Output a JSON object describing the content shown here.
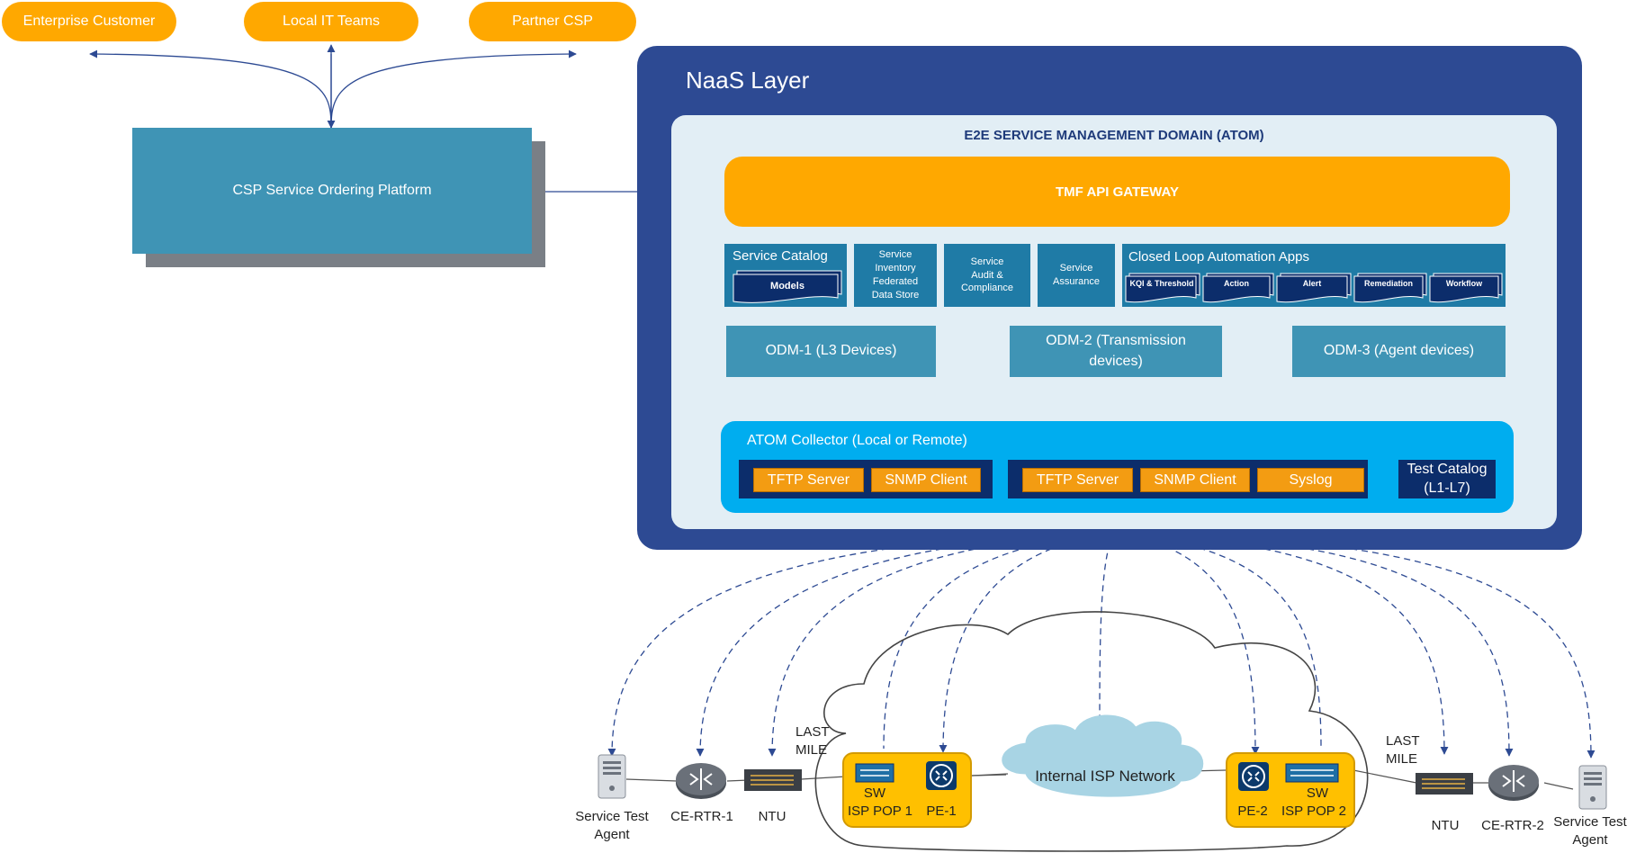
{
  "stakeholders": {
    "enterprise": "Enterprise Customer",
    "local_it": "Local IT Teams",
    "partner": "Partner CSP"
  },
  "csp_platform": "CSP Service Ordering Platform",
  "naas": {
    "title": "NaaS Layer",
    "domain_title": "E2E SERVICE MANAGEMENT DOMAIN (ATOM)",
    "gateway": "TMF API GATEWAY",
    "service_catalog": {
      "title": "Service Catalog",
      "doc": "Models"
    },
    "service_inventory": [
      "Service",
      "Inventory",
      "Federated",
      "Data Store"
    ],
    "service_audit": [
      "Service",
      "Audit &",
      "Compliance"
    ],
    "service_assurance": [
      "Service",
      "Assurance"
    ],
    "closed_loop": {
      "title": "Closed Loop Automation Apps",
      "apps": [
        "KQI & Threshold",
        "Action",
        "Alert",
        "Remediation",
        "Workflow"
      ]
    },
    "odm": {
      "odm1": "ODM-1 (L3 Devices)",
      "odm2_line1": "ODM-2 (Transmission",
      "odm2_line2": "devices)",
      "odm3": "ODM-3 (Agent devices)"
    },
    "collector": {
      "title": "ATOM Collector (Local or Remote)",
      "group1": [
        "TFTP Server",
        "SNMP Client"
      ],
      "group2": [
        "TFTP Server",
        "SNMP Client",
        "Syslog"
      ],
      "test_catalog_line1": "Test Catalog",
      "test_catalog_line2": "(L1-L7)"
    }
  },
  "network": {
    "left_agent_line1": "Service Test",
    "left_agent_line2": "Agent",
    "ce_rtr_1": "CE-RTR-1",
    "ntu_left": "NTU",
    "last_mile_left_line1": "LAST",
    "last_mile_left_line2": "MILE",
    "sw_left": "SW",
    "isp_pop_1": "ISP POP 1",
    "pe_1": "PE-1",
    "internal_network": "Internal ISP Network",
    "pe_2": "PE-2",
    "sw_right": "SW",
    "isp_pop_2": "ISP POP 2",
    "last_mile_right_line1": "LAST",
    "last_mile_right_line2": "MILE",
    "ntu_right": "NTU",
    "ce_rtr_2": "CE-RTR-2",
    "right_agent_line1": "Service Test",
    "right_agent_line2": "Agent"
  },
  "colors": {
    "orange": "#ffa800",
    "naas_blue": "#2d4a93",
    "teal": "#3f94b5",
    "module_blue": "#1f7ba6",
    "collector_cyan": "#00adef",
    "navy": "#0c2d6b",
    "pop_yellow": "#ffc000",
    "arrow_blue": "#2d4a93"
  }
}
